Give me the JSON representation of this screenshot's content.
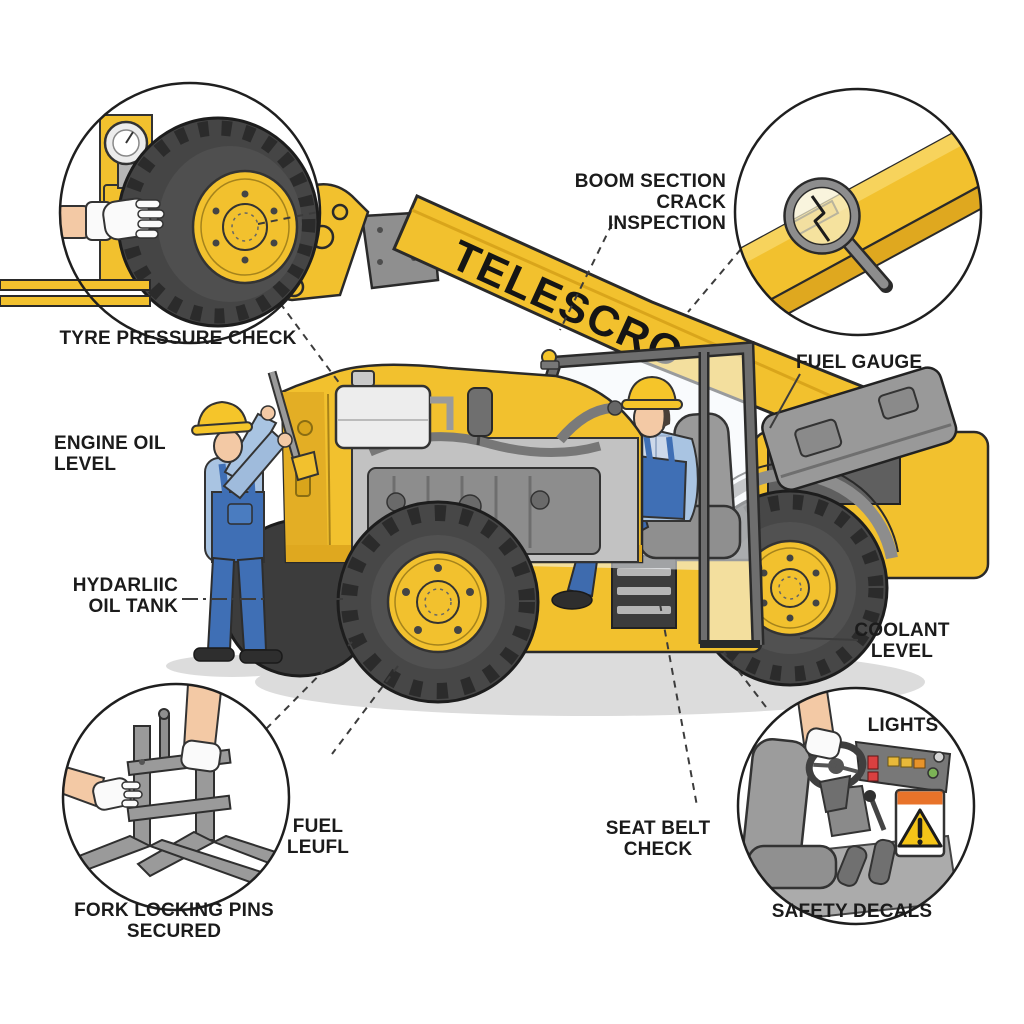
{
  "diagram": {
    "kind": "telehandler-pre-use-inspection-diagram",
    "background": "#ffffff"
  },
  "boom": {
    "brand_text": "TELESCRO"
  },
  "labels": {
    "tyre_pressure": "TYRE PRESSURE CHECK",
    "boom_crack": "BOOM SECTION\nCRACK INSPECTION",
    "fuel_gauge": "FUEL GAUGE",
    "engine_oil": "ENGINE OIL LEVEL",
    "hydraulic_tank": "HYDARLIIC\nOIL TANK",
    "coolant": "COOLANT\nLEVEL",
    "lights": "LIGHTS",
    "fuel_level": "FUEL\nLEUFL",
    "seat_belt": "SEAT BELT CHECK",
    "fork_pins": "FORK LOCKING PINS\nSECURED",
    "safety_decals": "SAFETY DECALS"
  },
  "colors": {
    "machine_yellow": "#F2C12E",
    "machine_yellow_dark": "#DFA81F",
    "tire_gray": "#474747",
    "steel_gray": "#9A9A9A",
    "outline": "#2A2A2A",
    "overall_blue": "#3F6FB5",
    "shirt_blue": "#A9C4E2",
    "skin": "#F3C9A5",
    "hazard_orange": "#E8732A",
    "hazard_yellow": "#F5C518",
    "label_text": "#1B1B1B"
  }
}
